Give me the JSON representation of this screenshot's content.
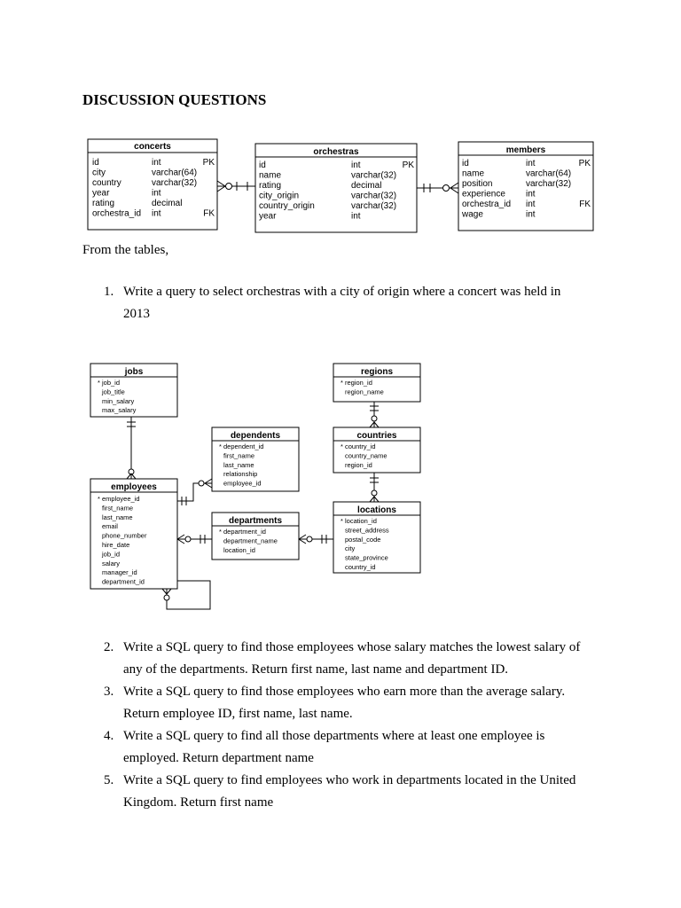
{
  "title": "DISCUSSION QUESTIONS",
  "diagram1": {
    "concerts": {
      "name": "concerts",
      "rows": [
        [
          "id",
          "int",
          "PK"
        ],
        [
          "city",
          "varchar(64)",
          ""
        ],
        [
          "country",
          "varchar(32)",
          ""
        ],
        [
          "year",
          "int",
          ""
        ],
        [
          "rating",
          "decimal",
          ""
        ],
        [
          "orchestra_id",
          "int",
          "FK"
        ]
      ]
    },
    "orchestras": {
      "name": "orchestras",
      "rows": [
        [
          "id",
          "int",
          "PK"
        ],
        [
          "name",
          "varchar(32)",
          ""
        ],
        [
          "rating",
          "decimal",
          ""
        ],
        [
          "city_origin",
          "varchar(32)",
          ""
        ],
        [
          "country_origin",
          "varchar(32)",
          ""
        ],
        [
          "year",
          "int",
          ""
        ]
      ]
    },
    "members": {
      "name": "members",
      "rows": [
        [
          "id",
          "int",
          "PK"
        ],
        [
          "name",
          "varchar(64)",
          ""
        ],
        [
          "position",
          "varchar(32)",
          ""
        ],
        [
          "experience",
          "int",
          ""
        ],
        [
          "orchestra_id",
          "int",
          "FK"
        ],
        [
          "wage",
          "int",
          ""
        ]
      ]
    }
  },
  "intro": "From the tables,",
  "q1": {
    "num": "1.",
    "line1": "Write a query to select orchestras with a city of origin where a concert was held in",
    "line2": "2013"
  },
  "diagram2": {
    "jobs": {
      "name": "jobs",
      "fields": [
        "* job_id",
        "job_title",
        "min_salary",
        "max_salary"
      ]
    },
    "employees": {
      "name": "employees",
      "fields": [
        "* employee_id",
        "first_name",
        "last_name",
        "email",
        "phone_number",
        "hire_date",
        "job_id",
        "salary",
        "manager_id",
        "department_id"
      ]
    },
    "dependents": {
      "name": "dependents",
      "fields": [
        "* dependent_id",
        "first_name",
        "last_name",
        "relationship",
        "employee_id"
      ]
    },
    "departments": {
      "name": "departments",
      "fields": [
        "* department_id",
        "department_name",
        "location_id"
      ]
    },
    "regions": {
      "name": "regions",
      "fields": [
        "* region_id",
        "region_name"
      ]
    },
    "countries": {
      "name": "countries",
      "fields": [
        "* country_id",
        "country_name",
        "region_id"
      ]
    },
    "locations": {
      "name": "locations",
      "fields": [
        "* location_id",
        "street_address",
        "postal_code",
        "city",
        "state_province",
        "country_id"
      ]
    }
  },
  "questions": [
    {
      "num": "2.",
      "line1": "Write a SQL query to find those employees whose salary matches the lowest salary of",
      "line2": "any of the departments. Return first name, last name and department ID."
    },
    {
      "num": "3.",
      "line1": "Write a SQL query to find those employees who earn more than the average salary.",
      "line2": "Return employee ID, first name, last name."
    },
    {
      "num": "4.",
      "line1": "Write a SQL query to find all those departments where at least one employee is",
      "line2": "employed. Return department name"
    },
    {
      "num": "5.",
      "line1": "Write a SQL query to find employees who work in departments located in the United",
      "line2": "Kingdom. Return first name"
    }
  ]
}
